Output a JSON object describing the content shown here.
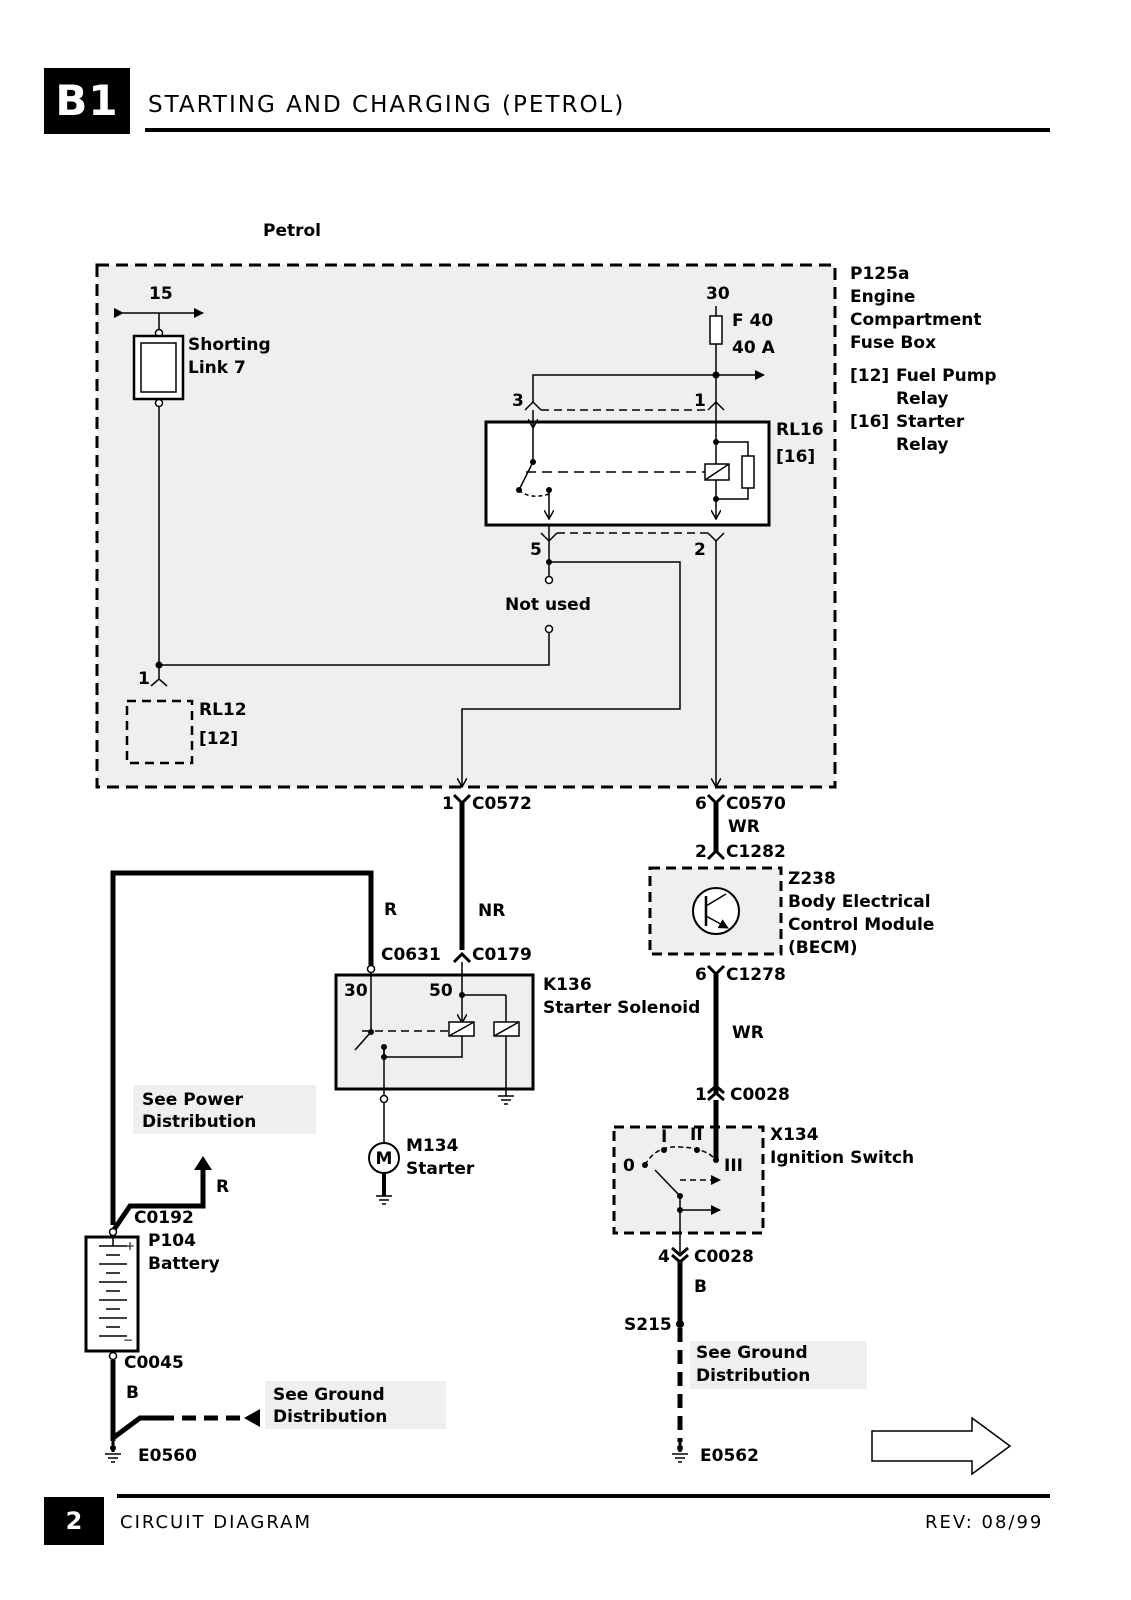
{
  "header": {
    "section_code": "B1",
    "title": "STARTING AND CHARGING (PETROL)"
  },
  "footer": {
    "page_number": "2",
    "left_text": "CIRCUIT DIAGRAM",
    "right_text": "REV: 08/99"
  },
  "diagram": {
    "variant_label": "Petrol",
    "fuse_box": {
      "code": "P125a",
      "name_lines": [
        "Engine",
        "Compartment",
        "Fuse Box"
      ],
      "legend": [
        {
          "ref": "[12]",
          "lines": [
            "Fuel Pump",
            "Relay"
          ]
        },
        {
          "ref": "[16]",
          "lines": [
            "Starter",
            "Relay"
          ]
        }
      ]
    },
    "feed_15": "15",
    "shorting_link": [
      "Shorting",
      "Link 7"
    ],
    "feed_30": "30",
    "fuse": {
      "name": "F 40",
      "rating": "40 A"
    },
    "relay_rl16": {
      "code": "RL16",
      "ref": "[16]",
      "pins": {
        "p3": "3",
        "p1": "1",
        "p5": "5",
        "p2": "2"
      }
    },
    "not_used": "Not used",
    "relay_rl12": {
      "code": "RL12",
      "ref": "[12]",
      "pin": "1"
    },
    "connectors": {
      "c0572": {
        "pin": "1",
        "code": "C0572"
      },
      "c0570": {
        "pin": "6",
        "code": "C0570"
      },
      "c1282": {
        "pin": "2",
        "code": "C1282"
      },
      "c1278": {
        "pin": "6",
        "code": "C1278"
      },
      "c0631": {
        "code": "C0631"
      },
      "c0179": {
        "code": "C0179"
      },
      "c0028_top": {
        "pin": "1",
        "code": "C0028"
      },
      "c0028_bottom": {
        "pin": "4",
        "code": "C0028"
      },
      "c0192": {
        "code": "C0192"
      },
      "c0045": {
        "code": "C0045"
      }
    },
    "wire_colors": {
      "r_left": "R",
      "nr": "NR",
      "wr_top": "WR",
      "wr_mid": "WR",
      "r_power": "R",
      "b_battery": "B",
      "b_switch": "B"
    },
    "becm": {
      "code": "Z238",
      "name_lines": [
        "Body Electrical",
        "Control Module",
        "(BECM)"
      ]
    },
    "solenoid": {
      "code": "K136",
      "name": "Starter Solenoid",
      "terminal_a": "30",
      "terminal_b": "50"
    },
    "starter": {
      "code": "M134",
      "name": "Starter",
      "symbol": "M"
    },
    "ignition_switch": {
      "code": "X134",
      "name": "Ignition Switch",
      "positions": [
        "0",
        "I",
        "II",
        "III"
      ]
    },
    "battery": {
      "code": "P104",
      "name": "Battery",
      "plus": "+",
      "minus": "−"
    },
    "refs": {
      "power": [
        "See Power",
        "Distribution"
      ],
      "ground_left": [
        "See Ground",
        "Distribution"
      ],
      "ground_right": [
        "See Ground",
        "Distribution"
      ]
    },
    "splice": "S215",
    "grounds": {
      "left": "E0560",
      "right": "E0562"
    }
  }
}
